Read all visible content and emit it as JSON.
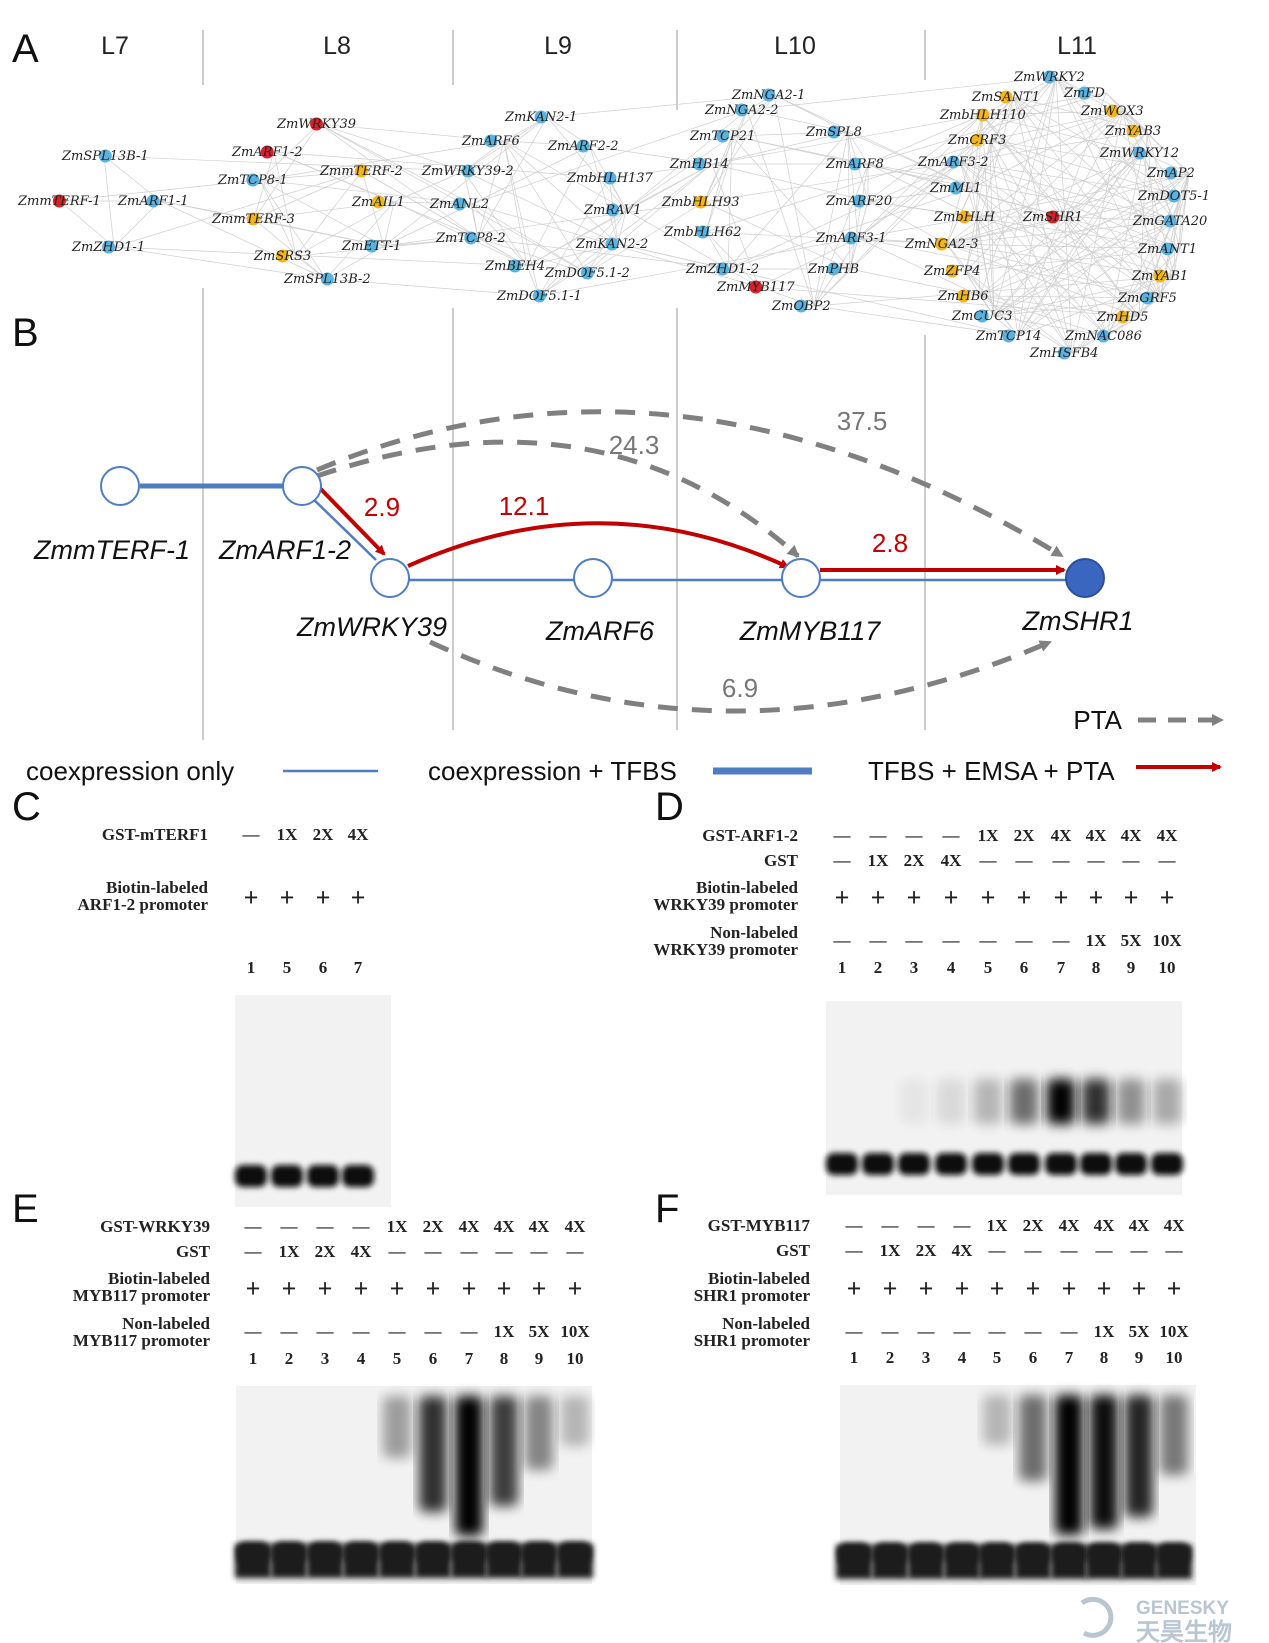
{
  "panel_letters": [
    "A",
    "B",
    "C",
    "D",
    "E",
    "F"
  ],
  "stages": [
    "L7",
    "L8",
    "L9",
    "L10",
    "L11"
  ],
  "colors": {
    "blue_node": "#5bb2e0",
    "yellow_node": "#f2b51c",
    "red_node": "#d8202a",
    "coexpression_line": "#4f7cc2",
    "red_arrow": "#c00000",
    "pta_arrow": "#808080",
    "target_node": "#3a66c0"
  },
  "network_nodes": [
    {
      "name": "ZmSPL13B-1",
      "color": "blue"
    },
    {
      "name": "ZmmTERF-1",
      "color": "red"
    },
    {
      "name": "ZmARF1-1",
      "color": "blue"
    },
    {
      "name": "ZmZHD1-1",
      "color": "blue"
    },
    {
      "name": "ZmWRKY39",
      "color": "red"
    },
    {
      "name": "ZmARF1-2",
      "color": "red"
    },
    {
      "name": "ZmTCP8-1",
      "color": "blue"
    },
    {
      "name": "ZmmTERF-2",
      "color": "yellow"
    },
    {
      "name": "ZmmTERF-3",
      "color": "yellow"
    },
    {
      "name": "ZmAIL1",
      "color": "yellow"
    },
    {
      "name": "ZmSRS3",
      "color": "yellow"
    },
    {
      "name": "ZmETT-1",
      "color": "blue"
    },
    {
      "name": "ZmSPL13B-2",
      "color": "blue"
    },
    {
      "name": "ZmKAN2-1",
      "color": "blue"
    },
    {
      "name": "ZmARF6",
      "color": "blue"
    },
    {
      "name": "ZmARF2-2",
      "color": "blue"
    },
    {
      "name": "ZmWRKY39-2",
      "color": "blue"
    },
    {
      "name": "ZmbHLH137",
      "color": "blue"
    },
    {
      "name": "ZmANL2",
      "color": "blue"
    },
    {
      "name": "ZmRAV1",
      "color": "blue"
    },
    {
      "name": "ZmTCP8-2",
      "color": "blue"
    },
    {
      "name": "ZmKAN2-2",
      "color": "blue"
    },
    {
      "name": "ZmBEH4",
      "color": "blue"
    },
    {
      "name": "ZmDOF5.1-2",
      "color": "blue"
    },
    {
      "name": "ZmDOF5.1-1",
      "color": "blue"
    },
    {
      "name": "ZmNGA2-1",
      "color": "blue"
    },
    {
      "name": "ZmNGA2-2",
      "color": "blue"
    },
    {
      "name": "ZmTCP21",
      "color": "blue"
    },
    {
      "name": "ZmSPL8",
      "color": "blue"
    },
    {
      "name": "ZmHB14",
      "color": "blue"
    },
    {
      "name": "ZmARF8",
      "color": "blue"
    },
    {
      "name": "ZmbHLH93",
      "color": "yellow"
    },
    {
      "name": "ZmARF20",
      "color": "blue"
    },
    {
      "name": "ZmbHLH62",
      "color": "blue"
    },
    {
      "name": "ZmARF3-1",
      "color": "blue"
    },
    {
      "name": "ZmZHD1-2",
      "color": "blue"
    },
    {
      "name": "ZmPHB",
      "color": "blue"
    },
    {
      "name": "ZmMYB117",
      "color": "red"
    },
    {
      "name": "ZmOBP2",
      "color": "blue"
    },
    {
      "name": "ZmWRKY2",
      "color": "blue"
    },
    {
      "name": "ZmSANT1",
      "color": "yellow"
    },
    {
      "name": "ZmFD",
      "color": "blue"
    },
    {
      "name": "ZmbHLH110",
      "color": "yellow"
    },
    {
      "name": "ZmWOX3",
      "color": "yellow"
    },
    {
      "name": "ZmCRF3",
      "color": "yellow"
    },
    {
      "name": "ZmYAB3",
      "color": "yellow"
    },
    {
      "name": "ZmARF3-2",
      "color": "blue"
    },
    {
      "name": "ZmWRKY12",
      "color": "blue"
    },
    {
      "name": "ZmAP2",
      "color": "blue"
    },
    {
      "name": "ZmML1",
      "color": "blue"
    },
    {
      "name": "ZmDOT5-1",
      "color": "blue"
    },
    {
      "name": "ZmbHLH",
      "color": "yellow"
    },
    {
      "name": "ZmSHR1",
      "color": "red"
    },
    {
      "name": "ZmGATA20",
      "color": "blue"
    },
    {
      "name": "ZmNGA2-3",
      "color": "yellow"
    },
    {
      "name": "ZmANT1",
      "color": "blue"
    },
    {
      "name": "ZmZFP4",
      "color": "yellow"
    },
    {
      "name": "ZmYAB1",
      "color": "yellow"
    },
    {
      "name": "ZmHB6",
      "color": "yellow"
    },
    {
      "name": "ZmGRF5",
      "color": "blue"
    },
    {
      "name": "ZmCUC3",
      "color": "blue"
    },
    {
      "name": "ZmHD5",
      "color": "yellow"
    },
    {
      "name": "ZmTCP14",
      "color": "blue"
    },
    {
      "name": "ZmNAC086",
      "color": "blue"
    },
    {
      "name": "ZmHSFB4",
      "color": "blue"
    }
  ],
  "panel_b": {
    "nodes": [
      "ZmmTERF-1",
      "ZmARF1-2",
      "ZmWRKY39",
      "ZmARF6",
      "ZmMYB117",
      "ZmSHR1"
    ],
    "red_values": [
      "2.9",
      "12.1",
      "2.8"
    ],
    "pta_values": [
      "37.5",
      "24.3",
      "6.9"
    ],
    "legend": {
      "pta": "PTA",
      "coexpression_only": "coexpression only",
      "coexpression_tfbs": "coexpression + TFBS",
      "tfbs_emsa_pta": "TFBS + EMSA + PTA"
    }
  },
  "gels": {
    "C": {
      "rows": [
        {
          "label": [
            "GST-mTERF1"
          ],
          "values": [
            "—",
            "1X",
            "2X",
            "4X"
          ]
        },
        {
          "label": [
            "Biotin-labeled",
            "ARF1-2 promoter"
          ],
          "values": [
            "+",
            "+",
            "+",
            "+"
          ]
        }
      ],
      "lanes": [
        "1",
        "5",
        "6",
        "7"
      ]
    },
    "D": {
      "rows": [
        {
          "label": [
            "GST-ARF1-2"
          ],
          "values": [
            "—",
            "—",
            "—",
            "—",
            "1X",
            "2X",
            "4X",
            "4X",
            "4X",
            "4X"
          ]
        },
        {
          "label": [
            "GST"
          ],
          "values": [
            "—",
            "1X",
            "2X",
            "4X",
            "—",
            "—",
            "—",
            "—",
            "—",
            "—"
          ]
        },
        {
          "label": [
            "Biotin-labeled",
            "WRKY39 promoter"
          ],
          "values": [
            "+",
            "+",
            "+",
            "+",
            "+",
            "+",
            "+",
            "+",
            "+",
            "+"
          ]
        },
        {
          "label": [
            "Non-labeled",
            "WRKY39 promoter"
          ],
          "values": [
            "—",
            "—",
            "—",
            "—",
            "—",
            "—",
            "—",
            "1X",
            "5X",
            "10X"
          ]
        }
      ],
      "lanes": [
        "1",
        "2",
        "3",
        "4",
        "5",
        "6",
        "7",
        "8",
        "9",
        "10"
      ]
    },
    "E": {
      "rows": [
        {
          "label": [
            "GST-WRKY39"
          ],
          "values": [
            "—",
            "—",
            "—",
            "—",
            "1X",
            "2X",
            "4X",
            "4X",
            "4X",
            "4X"
          ]
        },
        {
          "label": [
            "GST"
          ],
          "values": [
            "—",
            "1X",
            "2X",
            "4X",
            "—",
            "—",
            "—",
            "—",
            "—",
            "—"
          ]
        },
        {
          "label": [
            "Biotin-labeled",
            "MYB117 promoter"
          ],
          "values": [
            "+",
            "+",
            "+",
            "+",
            "+",
            "+",
            "+",
            "+",
            "+",
            "+"
          ]
        },
        {
          "label": [
            "Non-labeled",
            "MYB117 promoter"
          ],
          "values": [
            "—",
            "—",
            "—",
            "—",
            "—",
            "—",
            "—",
            "1X",
            "5X",
            "10X"
          ]
        }
      ],
      "lanes": [
        "1",
        "2",
        "3",
        "4",
        "5",
        "6",
        "7",
        "8",
        "9",
        "10"
      ]
    },
    "F": {
      "rows": [
        {
          "label": [
            "GST-MYB117"
          ],
          "values": [
            "—",
            "—",
            "—",
            "—",
            "1X",
            "2X",
            "4X",
            "4X",
            "4X",
            "4X"
          ]
        },
        {
          "label": [
            "GST"
          ],
          "values": [
            "—",
            "1X",
            "2X",
            "4X",
            "—",
            "—",
            "—",
            "—",
            "—",
            "—"
          ]
        },
        {
          "label": [
            "Biotin-labeled",
            "SHR1 promoter"
          ],
          "values": [
            "+",
            "+",
            "+",
            "+",
            "+",
            "+",
            "+",
            "+",
            "+",
            "+"
          ]
        },
        {
          "label": [
            "Non-labeled",
            "SHR1 promoter"
          ],
          "values": [
            "—",
            "—",
            "—",
            "—",
            "—",
            "—",
            "—",
            "1X",
            "5X",
            "10X"
          ]
        }
      ],
      "lanes": [
        "1",
        "2",
        "3",
        "4",
        "5",
        "6",
        "7",
        "8",
        "9",
        "10"
      ]
    }
  },
  "watermark": {
    "line1": "GENESKY",
    "line2": "天昊生物"
  }
}
